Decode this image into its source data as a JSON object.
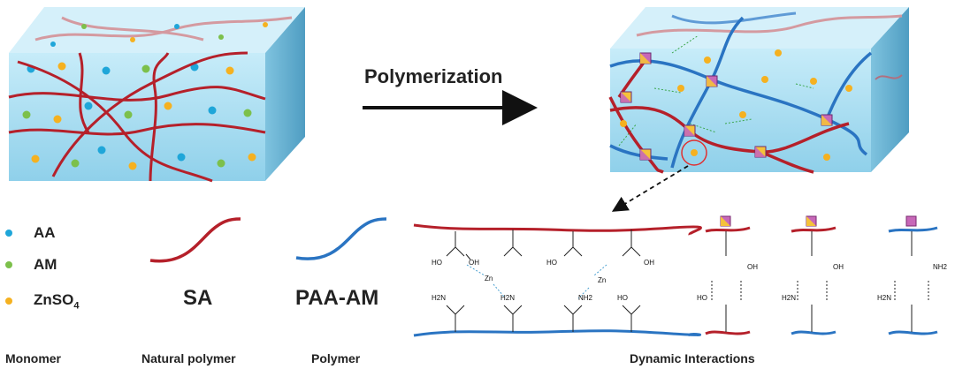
{
  "process": {
    "arrow_label": "Polymerization"
  },
  "legend": {
    "items": [
      {
        "label": "AA",
        "color": "#1fa6d9"
      },
      {
        "label": "AM",
        "color": "#7cc04b"
      },
      {
        "label": "ZnSO",
        "sub": "4",
        "color": "#f5b120"
      }
    ]
  },
  "polymers": {
    "sa_label": "SA",
    "paa_label": "PAA-AM",
    "sa_color": "#b5202a",
    "paa_color": "#2a74c2"
  },
  "categories": {
    "monomer": "Monomer",
    "natural_polymer": "Natural polymer",
    "polymer": "Polymer",
    "dynamic": "Dynamic Interactions"
  },
  "chem": {
    "oh": "OH",
    "ho": "HO",
    "zn": "Zn",
    "h2n": "H2N",
    "nh2": "NH2"
  },
  "colors": {
    "cube_front": "#a9def1",
    "cube_top": "#c9ecf8",
    "cube_side": "#6fb4d3",
    "crosslink_fill": "#c768b8",
    "crosslink_alt": "#f5c23a",
    "callout": "#e03030"
  }
}
